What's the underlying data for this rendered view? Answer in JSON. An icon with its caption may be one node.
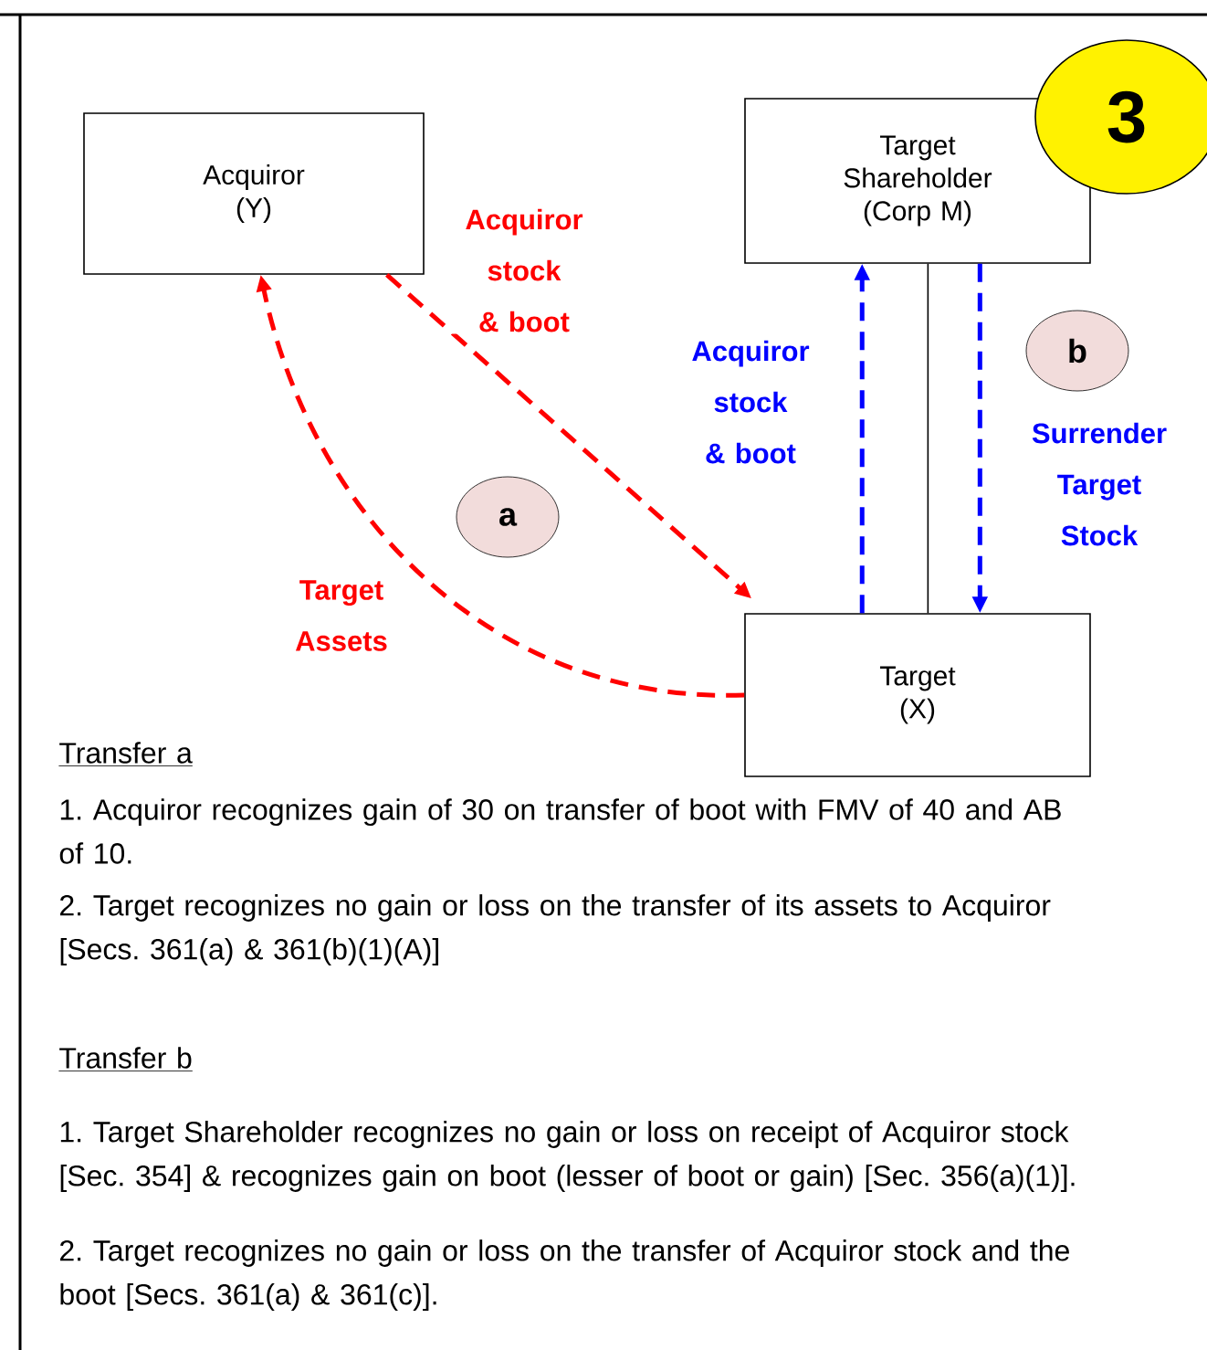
{
  "diagram": {
    "nodes": [
      {
        "text": [
          "Acquiror (Y)"
        ]
      },
      {
        "text": [
          "Target Shareholder (Corp M)"
        ]
      },
      {
        "text": [
          "Target (X)"
        ]
      },
      {
        "text": [
          "3"
        ]
      },
      {
        "text": [
          "a"
        ]
      },
      {
        "text": [
          "b"
        ]
      }
    ],
    "edges": [
      {
        "from": 0,
        "to": 2,
        "arrow": "to",
        "label": "Acquiror stock & boot",
        "style": "dashed",
        "color": "#ff0000"
      },
      {
        "from": 2,
        "to": 0,
        "arrow": "to",
        "label": "Target Assets",
        "style": "dashed",
        "color": "#ff0000"
      },
      {
        "from": 2,
        "to": 1,
        "arrow": "to",
        "label": "Acquiror stock & boot",
        "style": "dashed",
        "color": "#0000ff"
      },
      {
        "from": 1,
        "to": 2,
        "arrow": "to",
        "label": "Surrender Target Stock",
        "style": "dashed",
        "color": "#0000ff"
      },
      {
        "from": 1,
        "to": 2,
        "arrow": "none",
        "color": "#000000"
      }
    ],
    "labels": [
      "Transfer a",
      "1. Acquiror recognizes gain of 30 on transfer of boot with FMV of 40 and AB of 10.",
      "2. Target recognizes no gain or loss on the transfer of its assets to Acquiror [Secs. 361(a) & 361(b)(1)(A)]",
      "Transfer b",
      "1. Target Shareholder recognizes no gain or loss on receipt of Acquiror stock [Sec. 354] & recognizes gain on boot (lesser of boot or gain) [Sec. 356(a)(1)].",
      "2. Target recognizes no gain or loss on the transfer of Acquiror stock and the boot [Secs. 361(a) & 361(c)]."
    ]
  }
}
